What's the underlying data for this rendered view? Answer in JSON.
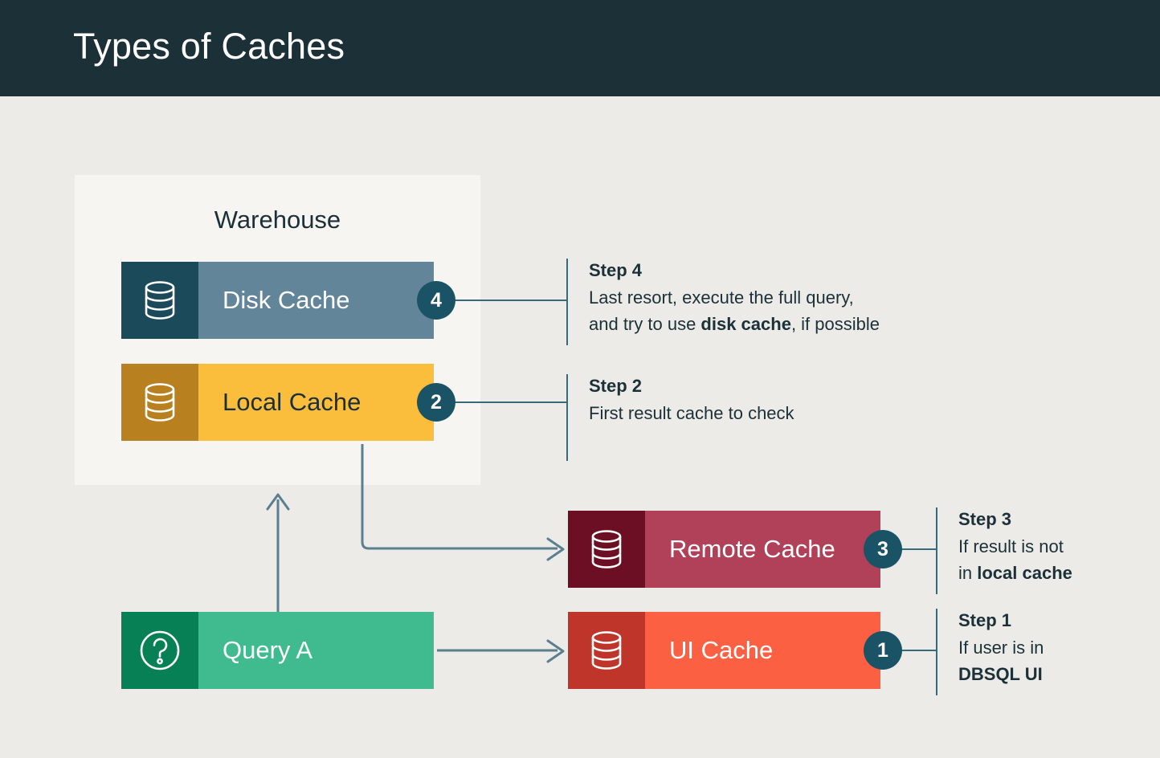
{
  "header": {
    "title": "Types of Caches",
    "background": "#1c3038"
  },
  "warehouse": {
    "label": "Warehouse",
    "panel_color": "#f6f5f1"
  },
  "page": {
    "background": "#ecebe8",
    "accent": "#1b5366",
    "connector_color": "#366b7c",
    "text_color": "#1c3038"
  },
  "nodes": [
    {
      "id": "disk-cache",
      "label": "Disk Cache",
      "icon": "database-icon",
      "badge": "4",
      "icon_panel_color": "#1b4a5a",
      "body_color": "#62859a",
      "label_color": "#ffffff"
    },
    {
      "id": "local-cache",
      "label": "Local Cache",
      "icon": "database-icon",
      "badge": "2",
      "icon_panel_color": "#b8801f",
      "body_color": "#fbbe3c",
      "label_color": "#1c3038"
    },
    {
      "id": "remote-cache",
      "label": "Remote Cache",
      "icon": "database-icon",
      "badge": "3",
      "icon_panel_color": "#6d0f24",
      "body_color": "#b14059",
      "label_color": "#ffffff"
    },
    {
      "id": "ui-cache",
      "label": "UI Cache",
      "icon": "database-icon",
      "badge": "1",
      "icon_panel_color": "#c0352a",
      "body_color": "#fc6043",
      "label_color": "#ffffff"
    },
    {
      "id": "query-a",
      "label": "Query A",
      "icon": "question-circle-icon",
      "badge": null,
      "icon_panel_color": "#088055",
      "body_color": "#3fbb8f",
      "label_color": "#ffffff"
    }
  ],
  "steps": [
    {
      "number": "4",
      "title": "Step 4",
      "desc_line1": "Last resort, execute the full query,",
      "desc_line2_pre": "and try to use ",
      "desc_line2_bold": "disk cache",
      "desc_line2_post": ", if possible"
    },
    {
      "number": "2",
      "title": "Step 2",
      "desc_line1": "First result cache to check",
      "desc_line2_pre": "",
      "desc_line2_bold": "",
      "desc_line2_post": ""
    },
    {
      "number": "3",
      "title": "Step 3",
      "desc_line1": "If result is not",
      "desc_line2_pre": "in ",
      "desc_line2_bold": "local cache",
      "desc_line2_post": ""
    },
    {
      "number": "1",
      "title": "Step 1",
      "desc_line1": "If user is in",
      "desc_line2_pre": "",
      "desc_line2_bold": "DBSQL UI",
      "desc_line2_post": ""
    }
  ]
}
